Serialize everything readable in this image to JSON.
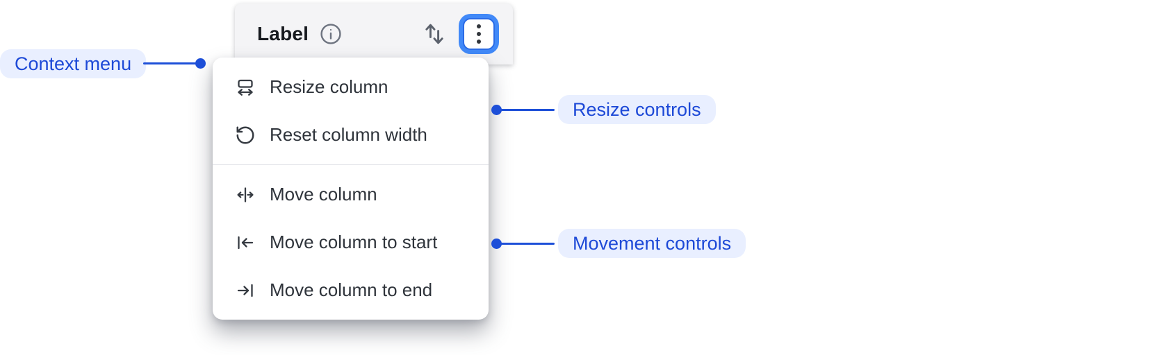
{
  "header": {
    "label": "Label",
    "info_icon": "info-icon",
    "sort_icon": "sort-icon",
    "menu_button_icon": "kebab-menu-icon"
  },
  "menu": {
    "sections": [
      {
        "name": "resize",
        "items": [
          {
            "icon": "resize-column-icon",
            "label": "Resize column"
          },
          {
            "icon": "reset-column-width-icon",
            "label": "Reset column width"
          }
        ]
      },
      {
        "name": "movement",
        "items": [
          {
            "icon": "move-column-icon",
            "label": "Move column"
          },
          {
            "icon": "move-column-to-start-icon",
            "label": "Move column to start"
          },
          {
            "icon": "move-column-to-end-icon",
            "label": "Move column to end"
          }
        ]
      }
    ]
  },
  "annotations": {
    "context_menu": {
      "label": "Context menu"
    },
    "resize_controls": {
      "label": "Resize controls"
    },
    "movement_controls": {
      "label": "Movement controls"
    }
  },
  "colors": {
    "annotation_blue": "#1d4fd8",
    "annotation_pill_bg": "#e9efff",
    "focus_ring_blue": "#4189f8",
    "focus_border_blue": "#2b6be6",
    "header_bg": "#f4f4f6",
    "menu_bg": "#ffffff",
    "menu_text": "#2f343b",
    "divider": "#e5e6ea"
  }
}
